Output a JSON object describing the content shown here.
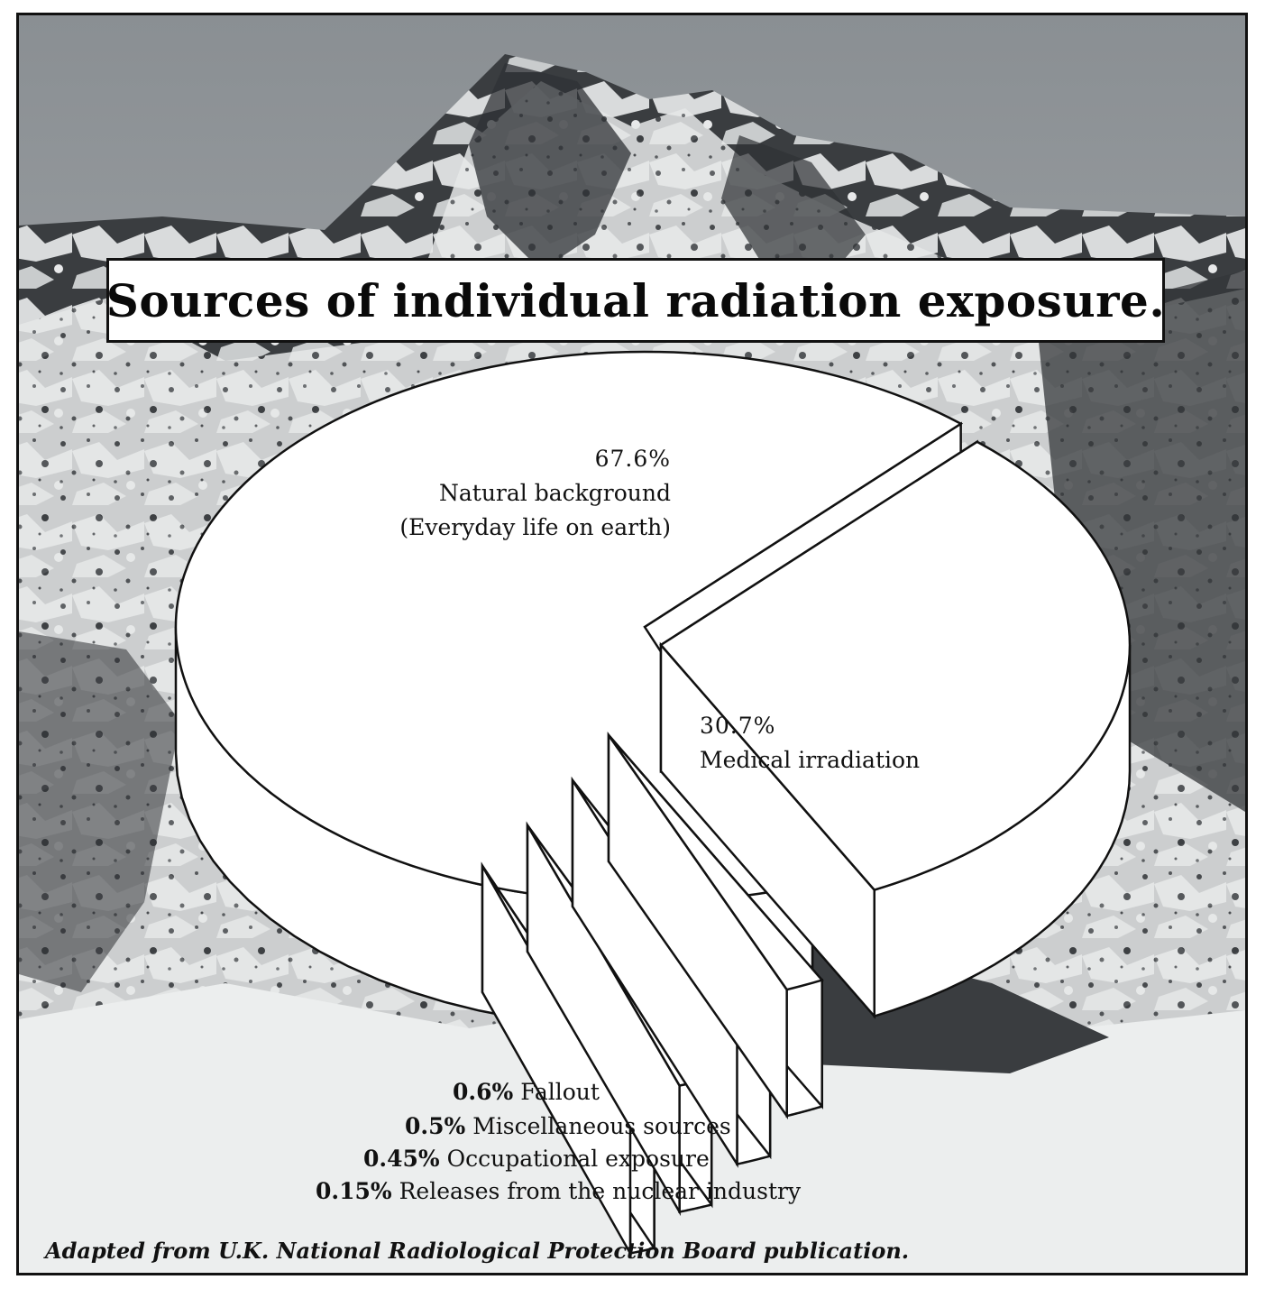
{
  "chart_data": {
    "type": "pie",
    "title": "Sources of individual radiation exposure.",
    "slices": [
      {
        "label": "Natural background",
        "sublabel": "(Everyday life on earth)",
        "value": 67.6,
        "pct_text": "67.6%"
      },
      {
        "label": "Medical irradiation",
        "value": 30.7,
        "pct_text": "30.7%"
      },
      {
        "label": "Fallout",
        "value": 0.6,
        "pct_text": "0.6%"
      },
      {
        "label": "Miscellaneous sources",
        "value": 0.5,
        "pct_text": "0.5%"
      },
      {
        "label": "Occupational exposure",
        "value": 0.45,
        "pct_text": "0.45%"
      },
      {
        "label": "Releases from the nuclear industry",
        "value": 0.15,
        "pct_text": "0.15%"
      }
    ],
    "source": "Adapted from U.K. National Radiological Protection Board publication."
  }
}
